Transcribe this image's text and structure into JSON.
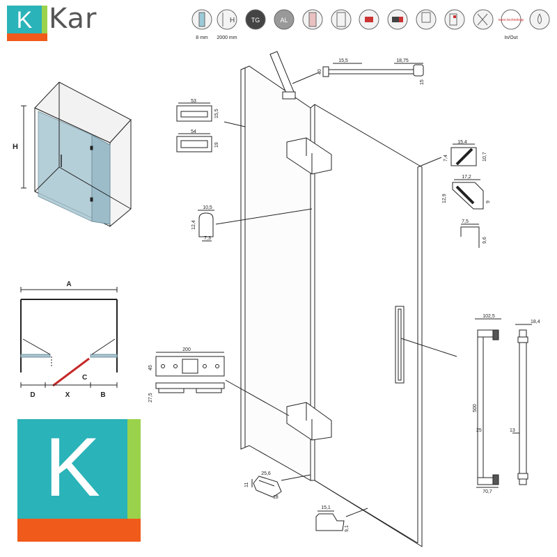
{
  "brand": {
    "logo_letter": "K",
    "logo_text": "Kar",
    "colors": {
      "teal": "#2ab3b8",
      "green": "#9bd24c",
      "orange": "#f05a1a",
      "grey": "#555555"
    }
  },
  "feature_icons": [
    {
      "icon": "glass-thickness-icon",
      "caption": "8 mm"
    },
    {
      "icon": "height-icon",
      "caption": "2000 mm"
    },
    {
      "icon": "tempered-glass-icon",
      "caption": ""
    },
    {
      "icon": "aluminium-icon",
      "caption": ""
    },
    {
      "icon": "magnetic-seal-icon",
      "caption": ""
    },
    {
      "icon": "pivot-door-icon",
      "caption": ""
    },
    {
      "icon": "bidirectional-icon",
      "caption": ""
    },
    {
      "icon": "reversible-icon",
      "caption": ""
    },
    {
      "icon": "adjustable-icon",
      "caption": ""
    },
    {
      "icon": "mount-icon",
      "caption": ""
    },
    {
      "icon": "easy-clean-icon",
      "caption": ""
    },
    {
      "icon": "nano-technology-icon",
      "caption": "In/Out",
      "inner_text": "nano technology"
    },
    {
      "icon": "water-drop-icon",
      "caption": ""
    }
  ],
  "perspective_view": {
    "height_label": "H"
  },
  "plan_view": {
    "A": "A",
    "B": "B",
    "C": "C",
    "D": "D",
    "X": "X"
  },
  "dimensions": {
    "arm_width": "15,5",
    "arm_length": "18,75",
    "arm_height": "40",
    "arm_end": "15",
    "top_profile_width": "53",
    "top_profile_height": "15,5",
    "bottom_profile_width": "54",
    "bottom_profile_height": "19",
    "seal_right_width": "15,4",
    "seal_right_height": "10,7",
    "seal_right_offset": "7,4",
    "seal_angle_width": "17,2",
    "seal_angle_height": "12,9",
    "seal_angle_side": "9",
    "small_profile_width": "7,5",
    "small_profile_height": "9,6",
    "gasket_width": "10,5",
    "gasket_height": "12,4",
    "gasket_base": "7,3",
    "hinge_width": "200",
    "hinge_height": "45",
    "hinge_depth": "27,5",
    "handle_width": "102,5",
    "handle_depth": "18,4",
    "handle_length": "500",
    "handle_diameter": "25",
    "handle_side": "13",
    "handle_base": "70,7",
    "bottom_seal_width": "25,6",
    "bottom_seal_height": "11",
    "bottom_seal_side": "18",
    "drip_width": "15,1",
    "drip_height": "9,1"
  }
}
